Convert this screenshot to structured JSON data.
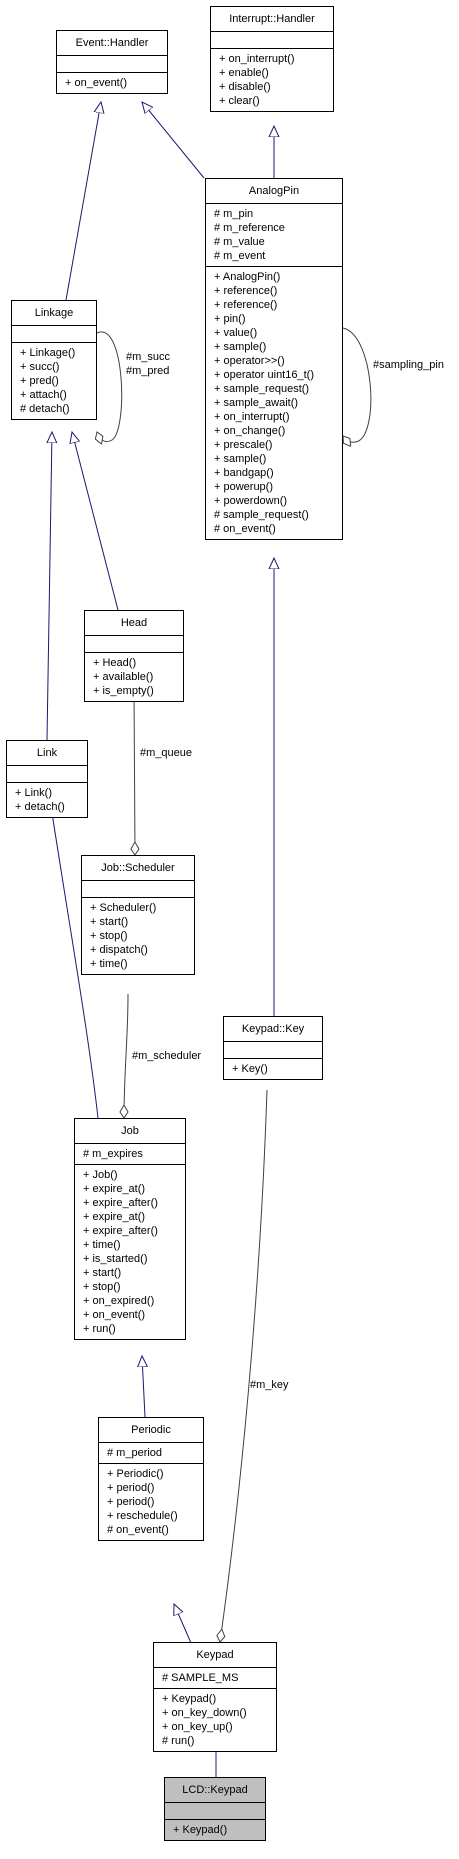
{
  "classes": [
    {
      "id": "event-handler",
      "name": "Event::Handler",
      "attrs": [],
      "methods": [
        "+ on_event()"
      ]
    },
    {
      "id": "interrupt-handler",
      "name": "Interrupt::Handler",
      "attrs": [],
      "methods": [
        "+ on_interrupt()",
        "+ enable()",
        "+ disable()",
        "+ clear()"
      ]
    },
    {
      "id": "analogpin",
      "name": "AnalogPin",
      "attrs": [
        "# m_pin",
        "# m_reference",
        "# m_value",
        "# m_event"
      ],
      "methods": [
        "+ AnalogPin()",
        "+ reference()",
        "+ reference()",
        "+ pin()",
        "+ value()",
        "+ sample()",
        "+ operator>>()",
        "+ operator uint16_t()",
        "+ sample_request()",
        "+ sample_await()",
        "+ on_interrupt()",
        "+ on_change()",
        "+ prescale()",
        "+ sample()",
        "+ bandgap()",
        "+ powerup()",
        "+ powerdown()",
        "# sample_request()",
        "# on_event()"
      ]
    },
    {
      "id": "linkage",
      "name": "Linkage",
      "attrs": [],
      "methods": [
        "+ Linkage()",
        "+ succ()",
        "+ pred()",
        "+ attach()",
        "# detach()"
      ]
    },
    {
      "id": "head",
      "name": "Head",
      "attrs": [],
      "methods": [
        "+ Head()",
        "+ available()",
        "+ is_empty()"
      ]
    },
    {
      "id": "link",
      "name": "Link",
      "attrs": [],
      "methods": [
        "+ Link()",
        "+ detach()"
      ]
    },
    {
      "id": "job-scheduler",
      "name": "Job::Scheduler",
      "attrs": [],
      "methods": [
        "+ Scheduler()",
        "+ start()",
        "+ stop()",
        "+ dispatch()",
        "+ time()"
      ]
    },
    {
      "id": "keypad-key",
      "name": "Keypad::Key",
      "attrs": [],
      "methods": [
        "+ Key()"
      ]
    },
    {
      "id": "job",
      "name": "Job",
      "attrs": [
        "# m_expires"
      ],
      "methods": [
        "+ Job()",
        "+ expire_at()",
        "+ expire_after()",
        "+ expire_at()",
        "+ expire_after()",
        "+ time()",
        "+ is_started()",
        "+ start()",
        "+ stop()",
        "+ on_expired()",
        "+ on_event()",
        "+ run()"
      ]
    },
    {
      "id": "periodic",
      "name": "Periodic",
      "attrs": [
        "# m_period"
      ],
      "methods": [
        "+ Periodic()",
        "+ period()",
        "+ period()",
        "+ reschedule()",
        "# on_event()"
      ]
    },
    {
      "id": "keypad",
      "name": "Keypad",
      "attrs": [
        "# SAMPLE_MS"
      ],
      "methods": [
        "+ Keypad()",
        "+ on_key_down()",
        "+ on_key_up()",
        "# run()"
      ]
    },
    {
      "id": "lcd-keypad",
      "name": "LCD::Keypad",
      "attrs": [],
      "methods": [
        "+ Keypad()"
      ],
      "highlight": true
    }
  ],
  "labels": {
    "linkage_succ": "#m_succ",
    "linkage_pred": "#m_pred",
    "sampling_pin": "#sampling_pin",
    "m_queue": "#m_queue",
    "m_scheduler": "#m_scheduler",
    "m_key": "#m_key"
  },
  "colors": {
    "line": "#191970",
    "border": "#000000",
    "highlight_fill": "#bfbfbf"
  }
}
